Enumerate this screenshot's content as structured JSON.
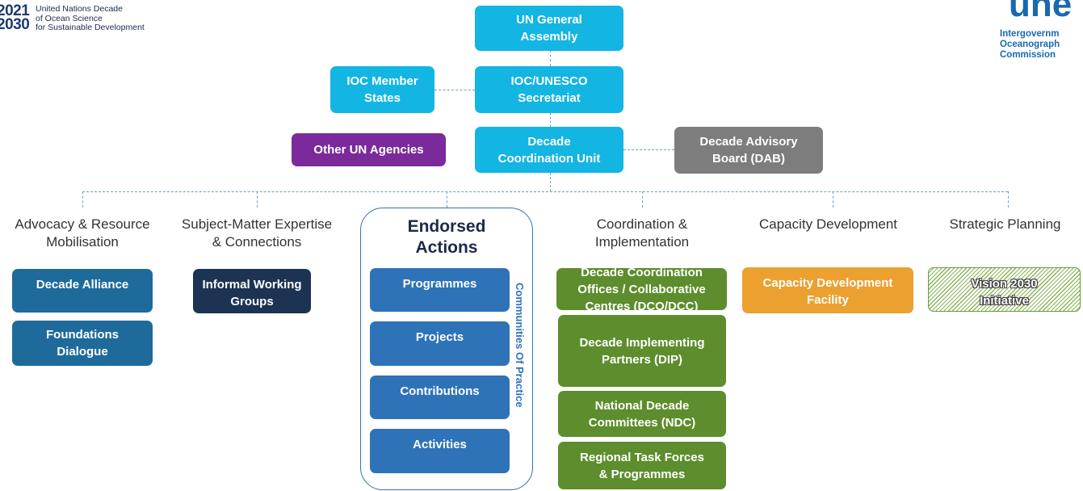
{
  "header": {
    "decade_logo": {
      "years_top": "2021",
      "years_bottom": "2030",
      "line1": "United Nations Decade",
      "line2": "of Ocean Science",
      "line3": "for Sustainable Development"
    },
    "ioc_logo": {
      "mark": "une",
      "line1": "Intergovernm",
      "line2": "Oceanograph",
      "line3": "Commission"
    }
  },
  "governance": {
    "un_general_assembly": "UN General\nAssembly",
    "ioc_unesco_secretariat": "IOC/UNESCO\nSecretariat",
    "ioc_member_states": "IOC Member\nStates",
    "decade_coordination_unit": "Decade\nCoordination Unit",
    "other_un_agencies": "Other UN Agencies",
    "decade_advisory_board": "Decade Advisory\nBoard (DAB)"
  },
  "columns": {
    "advocacy": {
      "heading": "Advocacy & Resource\nMobilisation",
      "items": [
        "Decade Alliance",
        "Foundations\nDialogue"
      ]
    },
    "expertise": {
      "heading": "Subject-Matter Expertise\n& Connections",
      "items": [
        "Informal Working\nGroups"
      ]
    },
    "endorsed": {
      "heading": "Endorsed\nActions",
      "items": [
        "Programmes",
        "Projects",
        "Contributions",
        "Activities"
      ],
      "side_label": "Communities Of Practice"
    },
    "coordination": {
      "heading": "Coordination &\nImplementation",
      "items": [
        "Decade Coordination\nOffices / Collaborative\nCentres (DCO/DCC)",
        "Decade Implementing\nPartners (DIP)",
        "National Decade\nCommittees (NDC)",
        "Regional Task Forces\n& Programmes"
      ]
    },
    "capacity": {
      "heading": "Capacity Development",
      "items": [
        "Capacity Development\nFacility"
      ]
    },
    "strategic": {
      "heading": "Strategic Planning",
      "items": [
        "Vision 2030\nInitiative"
      ]
    }
  },
  "colors": {
    "cyan": "#13b5e3",
    "purple": "#7b2a9c",
    "grey": "#7d7d7d",
    "advocacy_blue": "#1e6b9b",
    "navy": "#1c3353",
    "endorsed_blue": "#2e73b8",
    "green": "#5d8d2d",
    "orange": "#eba030",
    "vision_hatch": "#8ab35b",
    "connector": "#6c9fc4"
  }
}
